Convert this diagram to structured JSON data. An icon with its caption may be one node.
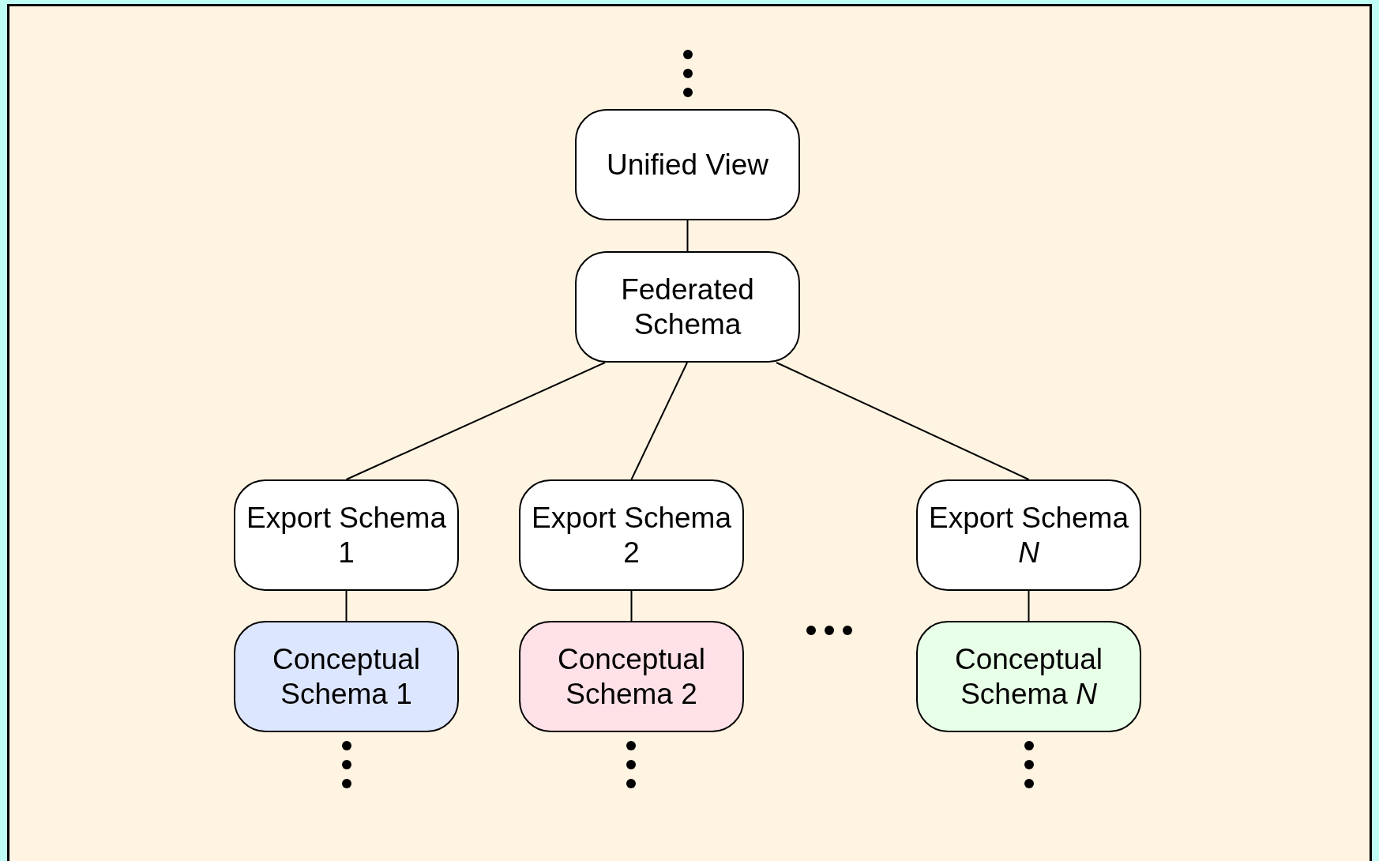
{
  "diagram": {
    "nodes": [
      {
        "text": [
          "Unified View"
        ]
      },
      {
        "text": [
          "Federated Schema"
        ]
      },
      {
        "text": [
          "Export Schema 1"
        ]
      },
      {
        "text": [
          "Export Schema 2"
        ]
      },
      {
        "text": [
          "Export Schema *N*"
        ]
      },
      {
        "text": [
          "Conceptual Schema 1"
        ]
      },
      {
        "text": [
          "Conceptual Schema 2"
        ]
      },
      {
        "text": [
          "Conceptual Schema *N*"
        ]
      }
    ],
    "edges": [
      {
        "from": 0,
        "to": 1,
        "arrow": "none"
      },
      {
        "from": 1,
        "to": 2,
        "arrow": "none"
      },
      {
        "from": 1,
        "to": 3,
        "arrow": "none"
      },
      {
        "from": 1,
        "to": 4,
        "arrow": "none"
      },
      {
        "from": 2,
        "to": 5,
        "arrow": "none"
      },
      {
        "from": 3,
        "to": 6,
        "arrow": "none"
      },
      {
        "from": 4,
        "to": 7,
        "arrow": "none"
      }
    ]
  }
}
